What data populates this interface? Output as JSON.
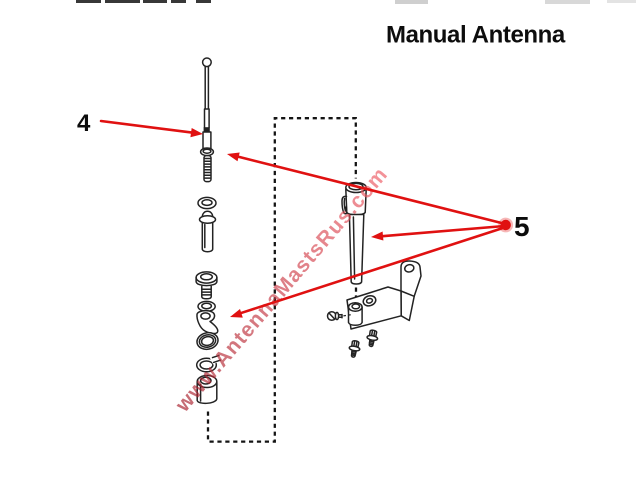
{
  "title": "Manual Antenna",
  "watermark": "www.AntennaMastsRus.com",
  "callouts": {
    "part4_label": "4",
    "part5_label": "5"
  },
  "colors": {
    "callout_red": "#e01111",
    "watermark_red_start": "#a81f2c",
    "watermark_red_end": "#ef5b64",
    "line_dark": "#232323",
    "background": "#ffffff"
  },
  "diagram": {
    "parts": [
      "antenna-mast",
      "o-ring-washer",
      "insulator-sleeve",
      "flanged-nut",
      "flat-washer",
      "body-grommet",
      "bezel-ring",
      "snap-ring",
      "base-bushing",
      "mast-tube-assembly",
      "mounting-bracket",
      "set-screw",
      "mounting-screw-upper",
      "mounting-screw-lower"
    ]
  }
}
